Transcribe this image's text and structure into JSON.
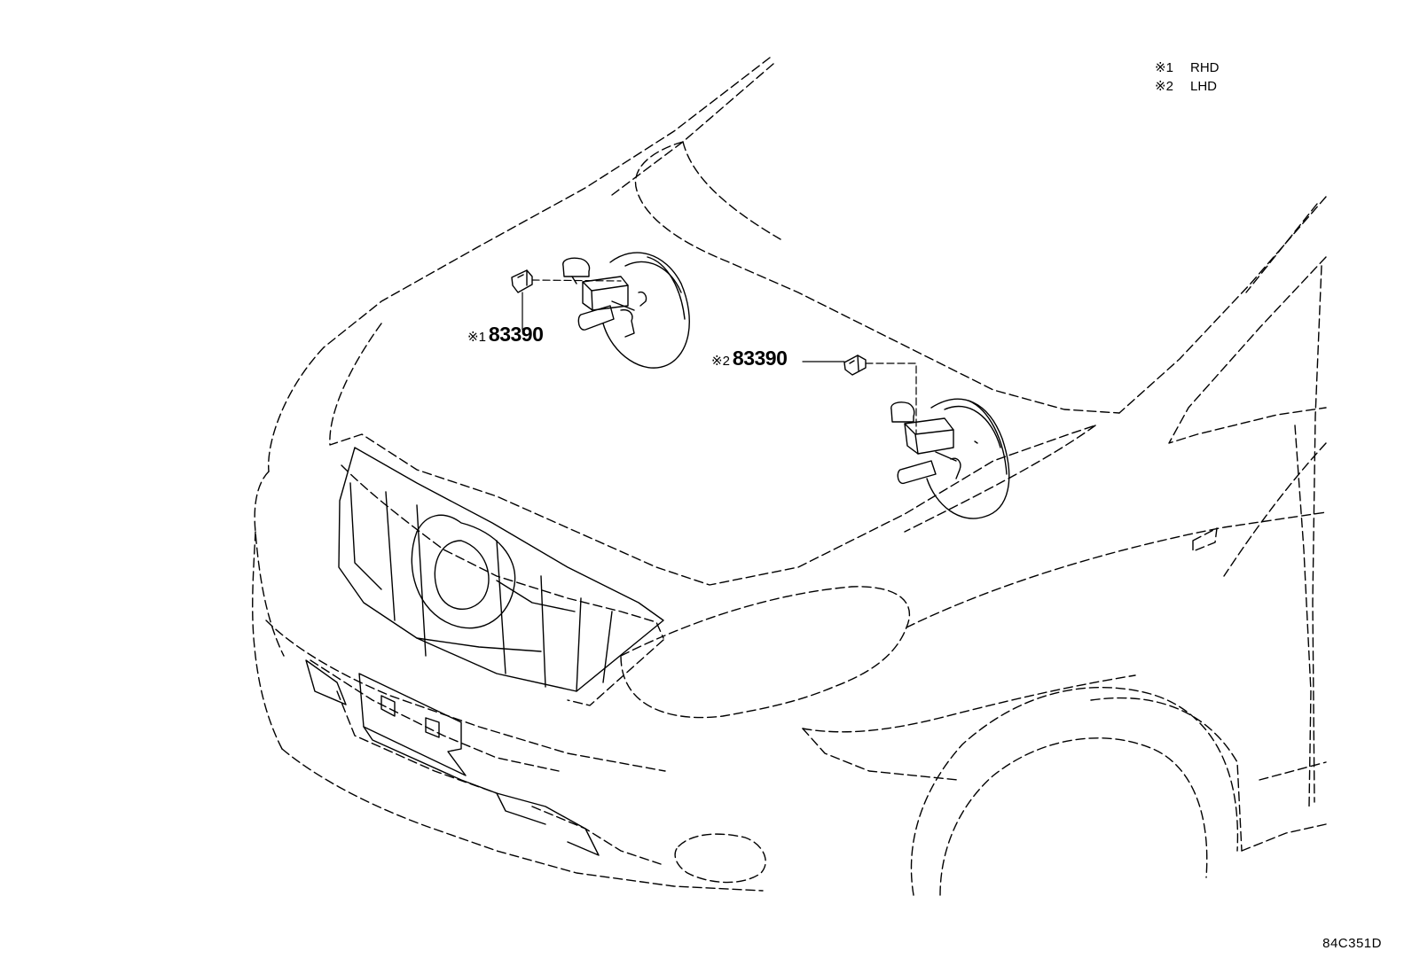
{
  "legend": [
    {
      "code": "※1",
      "label": "RHD"
    },
    {
      "code": "※2",
      "label": "LHD"
    }
  ],
  "callouts": [
    {
      "mark": "※1",
      "part_number": "83390"
    },
    {
      "mark": "※2",
      "part_number": "83390"
    }
  ],
  "figure_ref": "84C351D"
}
